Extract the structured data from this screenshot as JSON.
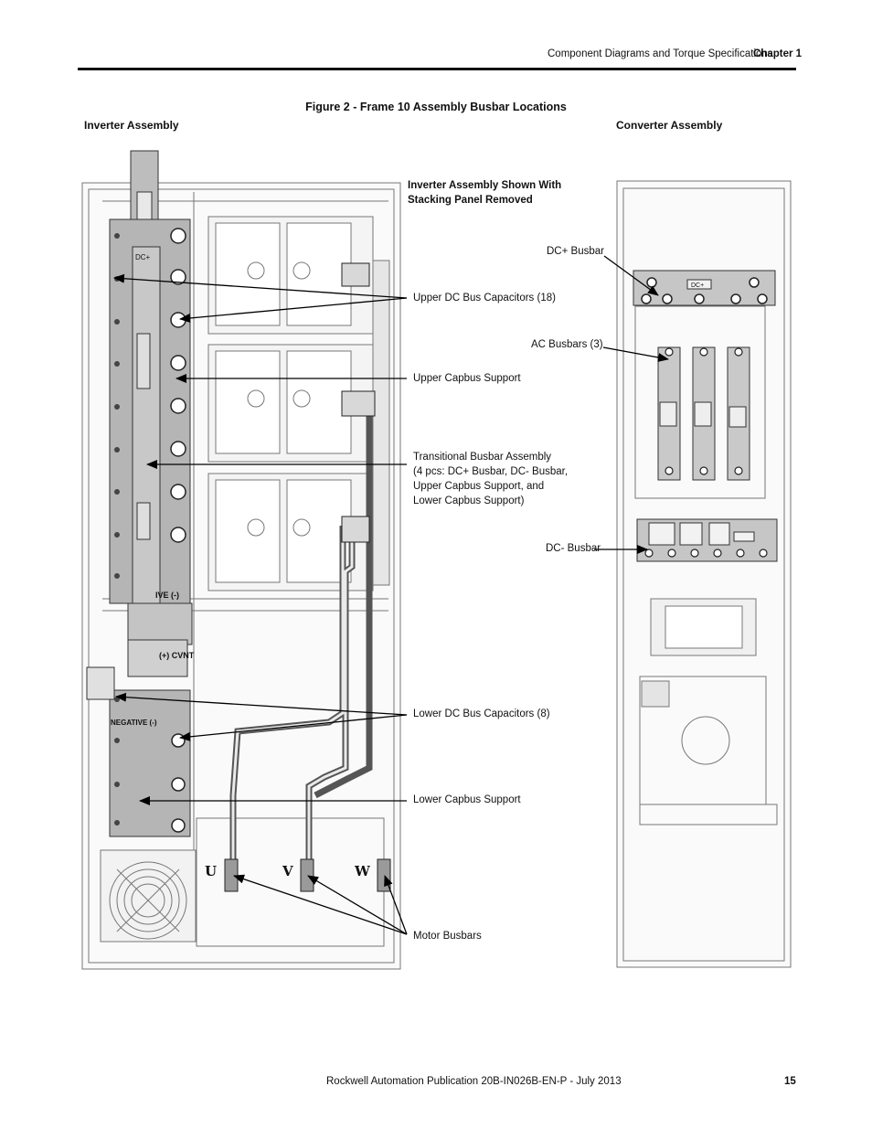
{
  "header": {
    "section": "Component Diagrams and Torque Specifications",
    "chapter": "Chapter 1"
  },
  "figure": {
    "title": "Figure 2 - Frame 10 Assembly Busbar Locations",
    "inverter_label": "Inverter Assembly",
    "converter_label": "Converter Assembly"
  },
  "callouts": {
    "shown_with": "Inverter Assembly Shown With",
    "shown_with_2": "Stacking Panel Removed",
    "upper_caps": "Upper DC Bus Capacitors (18)",
    "upper_capbus": "Upper Capbus Support",
    "transitional_1": "Transitional Busbar Assembly",
    "transitional_2": "(4 pcs: DC+ Busbar, DC- Busbar,",
    "transitional_3": "Upper Capbus Support, and",
    "transitional_4": "Lower Capbus Support)",
    "lower_caps": "Lower DC Bus Capacitors (8)",
    "lower_capbus": "Lower Capbus Support",
    "motor_busbars": "Motor Busbars",
    "dc_plus": "DC+ Busbar",
    "ac_busbars": "AC Busbars (3)",
    "dc_minus": "DC- Busbar"
  },
  "drawing_labels": {
    "u": "U",
    "v": "V",
    "w": "W",
    "dc_plus_tag": "DC+",
    "negative": "NEGATIVE (-)",
    "cvnt": "(+) CVNT",
    "ive": "IVE (-)"
  },
  "footer": {
    "publication": "Rockwell Automation Publication 20B-IN026B-EN-P - July 2013",
    "page": "15"
  }
}
